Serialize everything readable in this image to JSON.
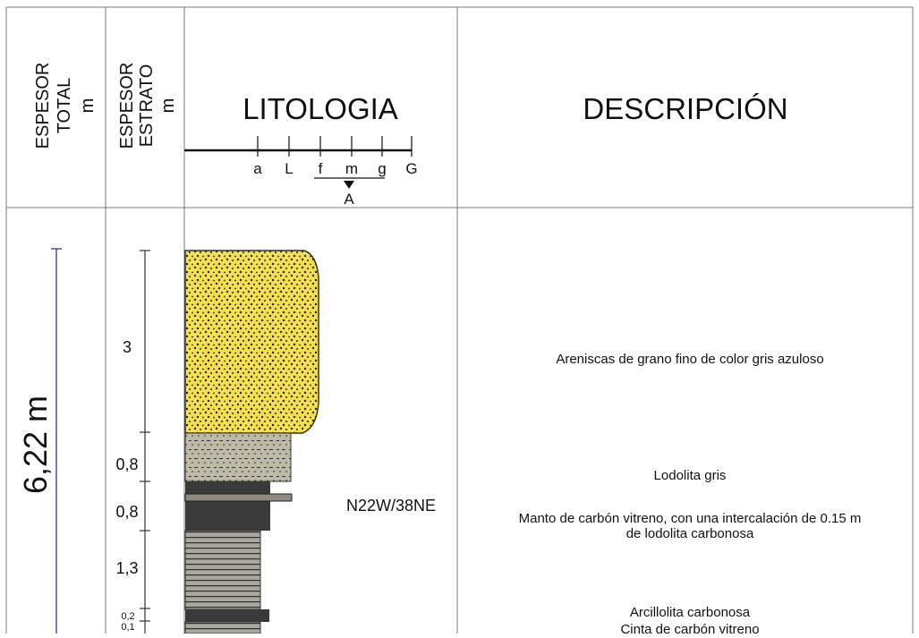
{
  "headers": {
    "espesor_total": [
      "ESPESOR",
      "TOTAL",
      "m"
    ],
    "espesor_estrato": [
      "ESPESOR",
      "ESTRATO",
      "m"
    ],
    "litologia": "LITOLOGIA",
    "descripcion": "DESCRIPCIÓN"
  },
  "grain_scale": {
    "ticks": [
      "a",
      "L",
      "f",
      "m",
      "g",
      "G"
    ],
    "marker": "A"
  },
  "total_thickness": "6,22 m",
  "layers": [
    {
      "thickness": "3",
      "lithology": "sandstone",
      "description": [
        "Areniscas de grano fino de color gris azuloso"
      ]
    },
    {
      "thickness": "0,8",
      "lithology": "mudstone",
      "description": [
        "Lodolita gris"
      ]
    },
    {
      "thickness": "0,8",
      "lithology": "coal",
      "description": [
        "Manto de carbón vitreno, con una intercalación de 0.15 m",
        "de lodolita carbonosa"
      ]
    },
    {
      "thickness": "1,3",
      "lithology": "claystone",
      "description": [
        "Arcillolita carbonosa"
      ]
    },
    {
      "thickness": "0,2",
      "lithology": "coal",
      "description": [
        "Cinta de carbón vitreno"
      ]
    },
    {
      "thickness": "0,1",
      "lithology": "claystone",
      "description": []
    }
  ],
  "structural_annotation": "N22W/38NE",
  "colors": {
    "sandstone": "#f4e04f",
    "mudstone": "#b8b5a6",
    "coal": "#3a3a3a",
    "claystone": "#a9a9a0",
    "total_bar": "#2a3b8f",
    "grid": "#7a7a7a"
  }
}
